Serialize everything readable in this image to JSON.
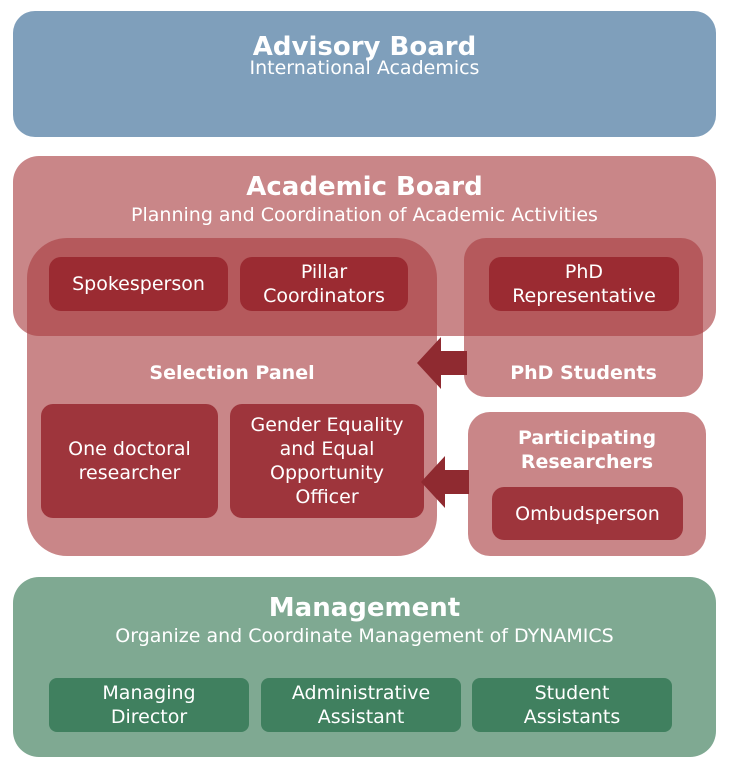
{
  "advisory": {
    "title": "Advisory Board",
    "subtitle": "International Academics"
  },
  "academic": {
    "title": "Academic Board",
    "subtitle": "Planning and Coordination of Academic Activities",
    "spokesperson": "Spokesperson",
    "pillar": [
      "Pillar",
      "Coordinators"
    ],
    "phd_rep": [
      "PhD",
      "Representative"
    ]
  },
  "selection": {
    "title": "Selection Panel",
    "doctoral": [
      "One doctoral",
      "researcher"
    ],
    "gender": [
      "Gender Equality",
      "and Equal",
      "Opportunity",
      "Officer"
    ]
  },
  "phd_students": {
    "title": "PhD Students"
  },
  "participating": {
    "title": [
      "Participating",
      "Researchers"
    ],
    "ombudsperson": "Ombudsperson"
  },
  "management": {
    "title": "Management",
    "subtitle": "Organize and Coordinate Management of DYNAMICS",
    "roles": [
      [
        "Managing",
        "Director"
      ],
      [
        "Administrative",
        "Assistant"
      ],
      [
        "Student",
        "Assistants"
      ]
    ]
  },
  "colors": {
    "advisory": "#7f9fbb",
    "academic": "#c27f82",
    "dark_red": "#9b2b32",
    "arrow": "#8f2a30",
    "management": "#7fa992",
    "dark_green": "#40805f"
  }
}
